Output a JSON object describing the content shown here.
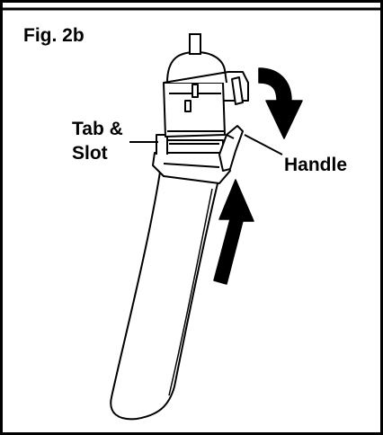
{
  "figure": {
    "title": "Fig. 2b",
    "labels": {
      "tab_slot_line1": "Tab &",
      "tab_slot_line2": "Slot",
      "handle": "Handle"
    }
  },
  "colors": {
    "stroke": "#000000",
    "background": "#ffffff",
    "arrow_fill": "#000000"
  },
  "icons": {
    "rotate_arrow": "curved-down-arrow-icon",
    "push_arrow": "up-arrow-icon"
  }
}
